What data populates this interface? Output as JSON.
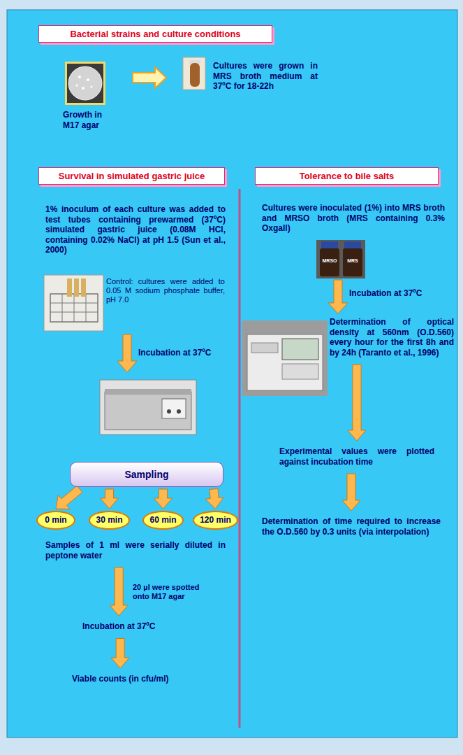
{
  "diagram": {
    "nodes": [
      {
        "text": [
          "Bacterial strains and culture conditions"
        ]
      },
      {
        "text": [
          "Survival in simulated gastric juice"
        ]
      },
      {
        "text": [
          "Tolerance to bile salts"
        ]
      },
      {
        "text": [
          "Sampling"
        ]
      },
      {
        "text": [
          "0 min"
        ]
      },
      {
        "text": [
          "30 min"
        ]
      },
      {
        "text": [
          "60 min"
        ]
      },
      {
        "text": [
          "120 min"
        ]
      },
      {
        "text": [
          "Samples of 1 ml were serially diluted in peptone water"
        ]
      },
      {
        "text": [
          "Incubation at 37ºC"
        ]
      },
      {
        "text": [
          "Viable counts (in cfu/ml)"
        ]
      },
      {
        "text": [
          "Determination of optical density at 560nm (O.D.560) every hour for the first 8h and by 24h (Taranto et al., 1996)"
        ]
      },
      {
        "text": [
          "Experimental values were plotted against incubation time"
        ]
      },
      {
        "text": [
          "Determination of time required to increase the O.D.560 by 0.3 units (via interpolation)"
        ]
      }
    ],
    "edges": [
      {
        "from": 3,
        "to": 4,
        "arrow": "to"
      },
      {
        "from": 3,
        "to": 5,
        "arrow": "to"
      },
      {
        "from": 3,
        "to": 6,
        "arrow": "to"
      },
      {
        "from": 3,
        "to": 7,
        "arrow": "to"
      },
      {
        "from": 8,
        "to": 9,
        "label": "20 µl were spotted onto M17 agar",
        "arrow": "to"
      },
      {
        "from": 9,
        "to": 10,
        "arrow": "to"
      },
      {
        "from": 11,
        "to": 12,
        "arrow": "to"
      },
      {
        "from": 12,
        "to": 13,
        "arrow": "to"
      }
    ],
    "labels": [
      "Growth in M17 agar",
      "Cultures were grown in MRS broth medium at 37ºC for 18-22h",
      "1% inoculum of each culture was added to test tubes containing prewarmed (37ºC) simulated gastric juice (0.08M HCl, containing 0.02% NaCl) at pH 1.5 (Sun et al., 2000)",
      "Control: cultures were added to 0.05 M sodium phosphate buffer, pH 7.0",
      "Incubation at 37ºC",
      "Cultures were inoculated (1%) into MRS broth and MRSO broth (MRS containing 0.3% Oxgall)",
      "MRSO",
      "MRS",
      "Incubation at 37ºC"
    ]
  }
}
